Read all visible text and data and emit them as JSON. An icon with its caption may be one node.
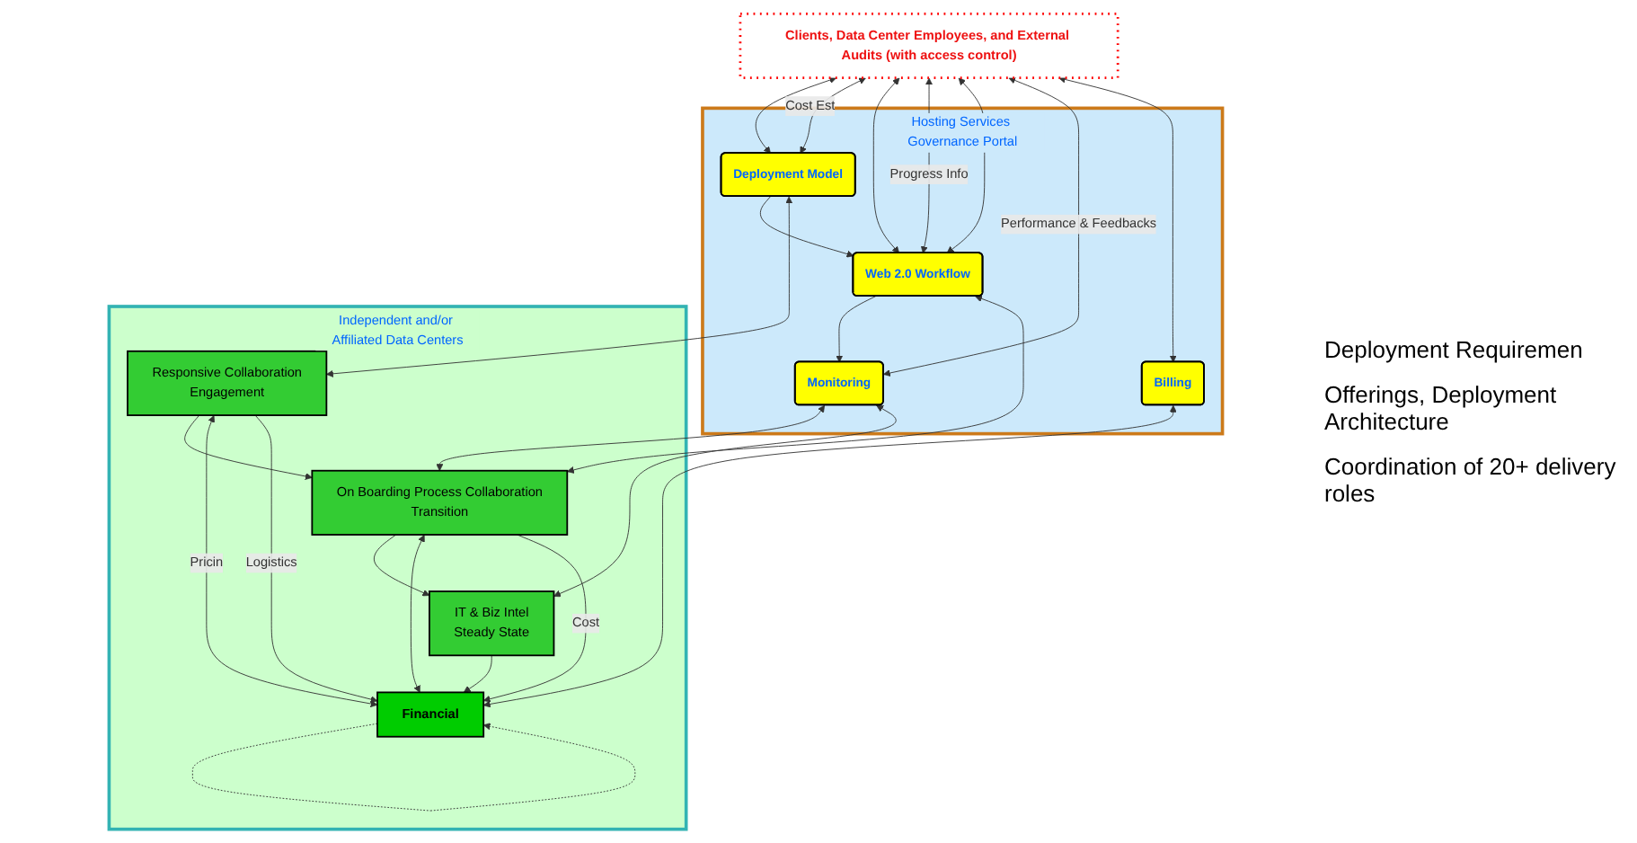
{
  "diagram": {
    "nodes": [
      {
        "text": [
          "Hosting Services Governance Portal"
        ]
      },
      {
        "text": [
          "Clients, Data Center Employees, and External Audits (with access control)"
        ]
      },
      {
        "text": [
          "Deployment Model"
        ],
        "in": 0
      },
      {
        "text": [
          "Web 2.0 Workflow"
        ],
        "in": 0
      },
      {
        "text": [
          "Monitoring"
        ],
        "in": 0
      },
      {
        "text": [
          "Billing"
        ],
        "in": 0
      },
      {
        "text": [
          "Independent and/or Affiliated Data Centers"
        ]
      },
      {
        "text": [
          "Responsive Collaboration",
          "Engagement"
        ],
        "in": 6
      },
      {
        "text": [
          "On Boarding Process Collaboration",
          "Transition"
        ],
        "in": 6
      },
      {
        "text": [
          "IT & Biz Intel",
          "Steady State"
        ],
        "in": 6
      },
      {
        "text": [
          "Financial"
        ],
        "in": 6
      }
    ],
    "edges": [
      {
        "from": 1,
        "to": 2,
        "arrow": "both"
      },
      {
        "from": 1,
        "to": 2,
        "arrow": "both",
        "label": "Cost Est"
      },
      {
        "from": 1,
        "to": 3,
        "arrow": "both"
      },
      {
        "from": 1,
        "to": 3,
        "arrow": "both",
        "label": "Progress Info"
      },
      {
        "from": 1,
        "to": 3,
        "arrow": "both"
      },
      {
        "from": 1,
        "to": 4,
        "arrow": "both",
        "label": "Performance & Feedbacks"
      },
      {
        "from": 1,
        "to": 5,
        "arrow": "both"
      },
      {
        "from": 2,
        "to": 3,
        "arrow": "to"
      },
      {
        "from": 3,
        "to": 4,
        "arrow": "to"
      },
      {
        "from": 2,
        "to": 7,
        "arrow": "both"
      },
      {
        "from": 3,
        "to": 8,
        "arrow": "both"
      },
      {
        "from": 4,
        "to": 8,
        "arrow": "both"
      },
      {
        "from": 4,
        "to": 9,
        "arrow": "both"
      },
      {
        "from": 5,
        "to": 10,
        "arrow": "both"
      },
      {
        "from": 7,
        "to": 8,
        "arrow": "to"
      },
      {
        "from": 8,
        "to": 9,
        "arrow": "to"
      },
      {
        "from": 7,
        "to": 10,
        "arrow": "both",
        "label": "Pricin"
      },
      {
        "from": 7,
        "to": 10,
        "arrow": "to",
        "label": "Logistics"
      },
      {
        "from": 8,
        "to": 10,
        "arrow": "both"
      },
      {
        "from": 8,
        "to": 10,
        "arrow": "to",
        "label": "Cost"
      },
      {
        "from": 9,
        "to": 10,
        "arrow": "to"
      },
      {
        "from": 10,
        "to": 10,
        "arrow": "to",
        "style": "dashed"
      }
    ],
    "labels": [
      "Deployment Requiremen",
      "Offerings, Deployment Architecture",
      "Coordination of 20+ delivery roles"
    ]
  }
}
